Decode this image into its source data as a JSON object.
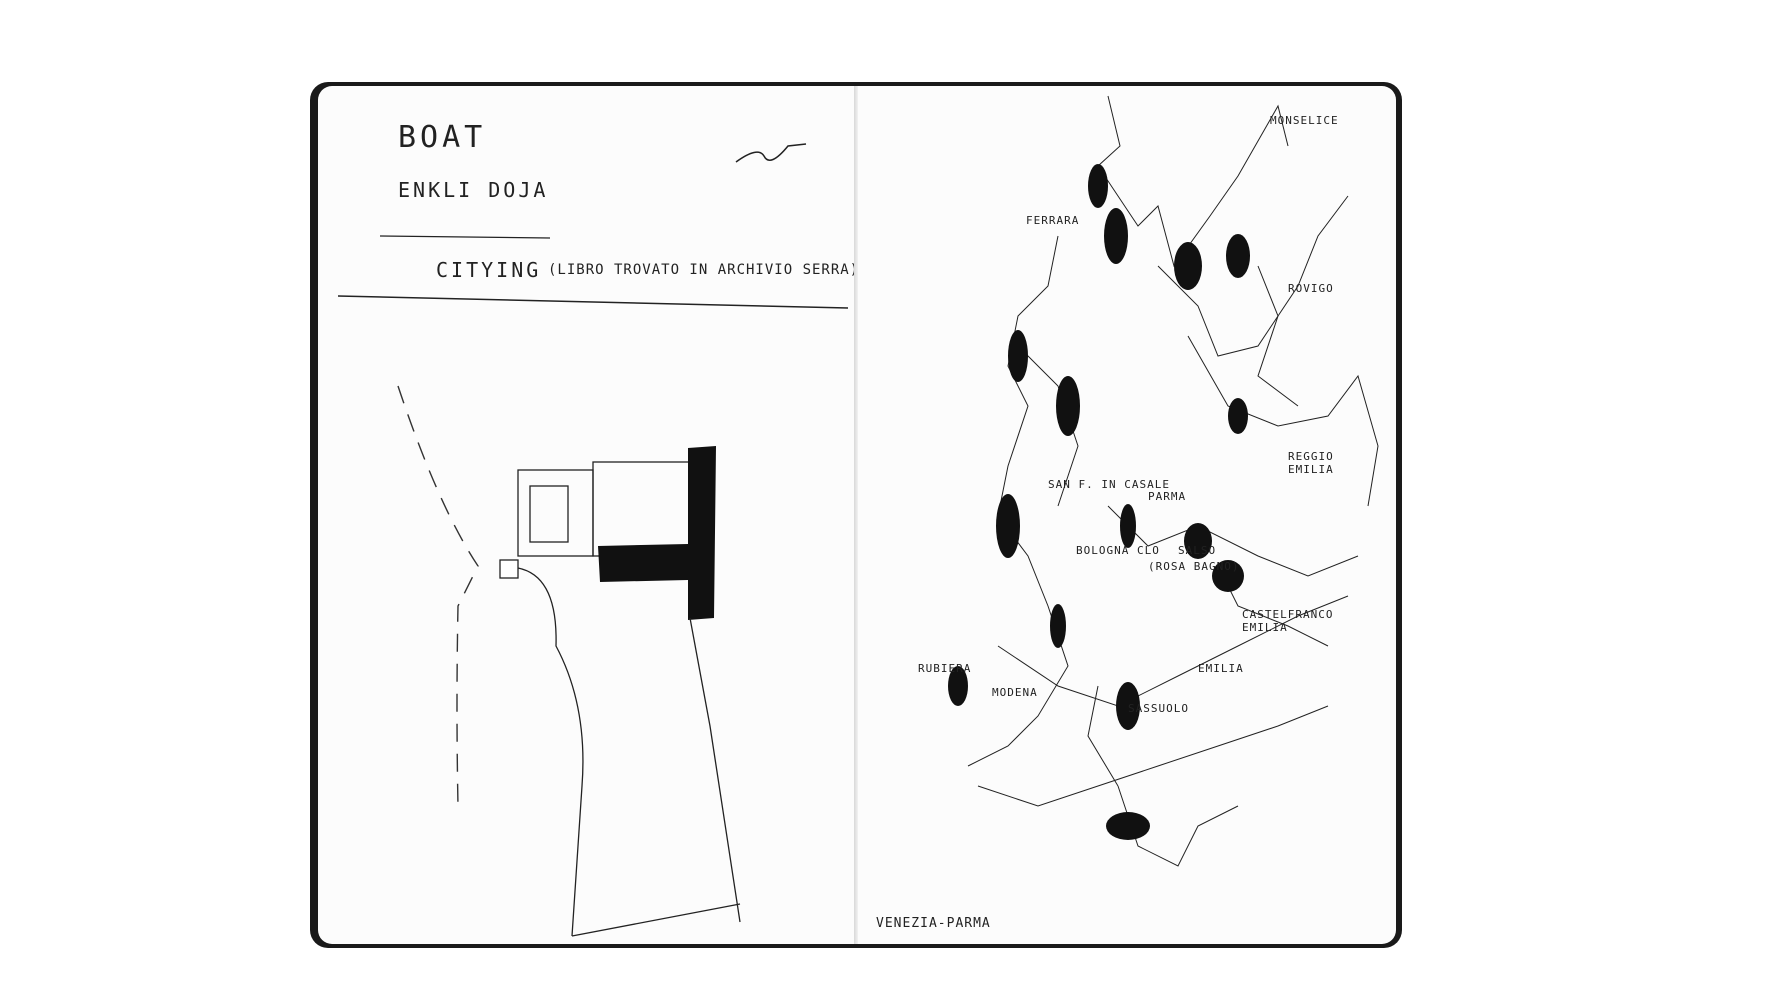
{
  "left_page": {
    "heading": "BOAT",
    "author": "ENKLI DOJA",
    "title": "CITYING",
    "note": "(LIBRO TROVATO IN ARCHIVIO SERRA)"
  },
  "right_page": {
    "cities": [
      {
        "id": "monselice",
        "label": "MONSELICE"
      },
      {
        "id": "ferrara",
        "label": "FERRARA"
      },
      {
        "id": "rovigo",
        "label": "ROVIGO"
      },
      {
        "id": "reggio",
        "label": "REGGIO EMILIA"
      },
      {
        "id": "sanf",
        "label": "SAN F. IN CASALE"
      },
      {
        "id": "parma",
        "label": "PARMA"
      },
      {
        "id": "bologna",
        "label": "BOLOGNA CLO"
      },
      {
        "id": "salsomaggiore",
        "label": "SALSO"
      },
      {
        "id": "rosa",
        "label": "(ROSA BAGNO)"
      },
      {
        "id": "castelfranco",
        "label": "CASTELFRANCO EMILIA"
      },
      {
        "id": "rubiera",
        "label": "RUBIERA"
      },
      {
        "id": "modena",
        "label": "MODENA"
      },
      {
        "id": "emilia",
        "label": "EMILIA"
      },
      {
        "id": "sassuolo",
        "label": "SASSUOLO"
      }
    ],
    "footer": "VENEZIA-PARMA"
  }
}
